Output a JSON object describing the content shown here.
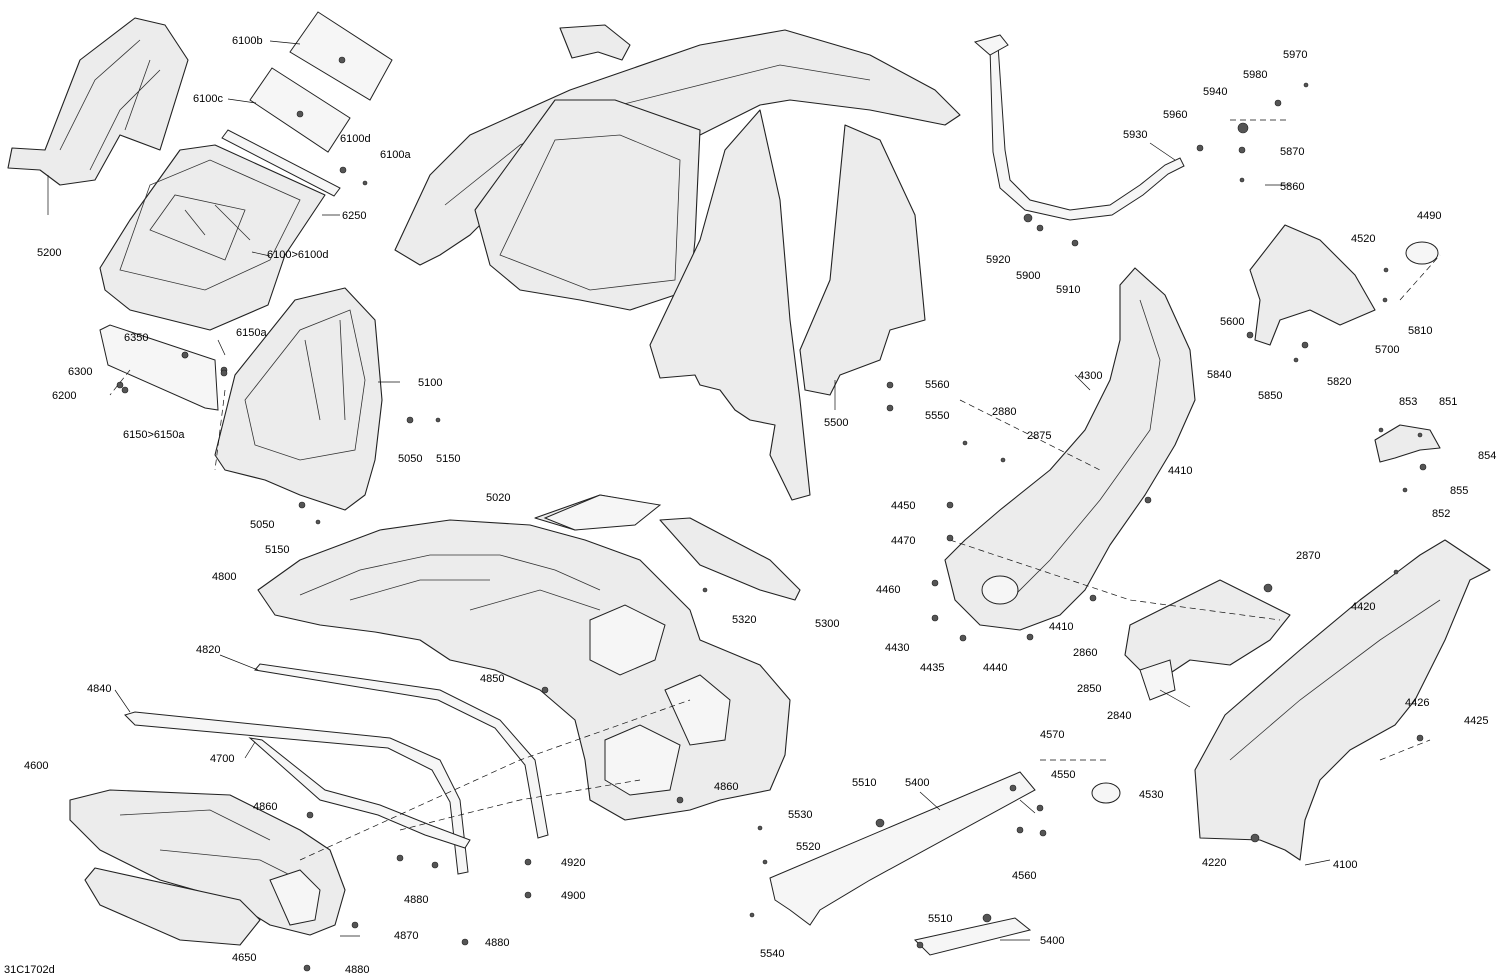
{
  "diagram_code": "31C1702d",
  "labels": [
    {
      "id": "5200",
      "t": "5200"
    },
    {
      "id": "6100b",
      "t": "6100b"
    },
    {
      "id": "6100c",
      "t": "6100c"
    },
    {
      "id": "6100d",
      "t": "6100d"
    },
    {
      "id": "6100a",
      "t": "6100a"
    },
    {
      "id": "6250",
      "t": "6250"
    },
    {
      "id": "6100r",
      "t": "6100>6100d"
    },
    {
      "id": "6350",
      "t": "6350"
    },
    {
      "id": "6150a",
      "t": "6150a"
    },
    {
      "id": "6300",
      "t": "6300"
    },
    {
      "id": "6200",
      "t": "6200"
    },
    {
      "id": "6150r",
      "t": "6150>6150a"
    },
    {
      "id": "5100",
      "t": "5100"
    },
    {
      "id": "5050a",
      "t": "5050"
    },
    {
      "id": "5150a",
      "t": "5150"
    },
    {
      "id": "5050b",
      "t": "5050"
    },
    {
      "id": "5150b",
      "t": "5150"
    },
    {
      "id": "5500",
      "t": "5500"
    },
    {
      "id": "5560",
      "t": "5560"
    },
    {
      "id": "5550",
      "t": "5550"
    },
    {
      "id": "5020",
      "t": "5020"
    },
    {
      "id": "4800",
      "t": "4800"
    },
    {
      "id": "5320",
      "t": "5320"
    },
    {
      "id": "5300",
      "t": "5300"
    },
    {
      "id": "4820",
      "t": "4820"
    },
    {
      "id": "4840",
      "t": "4840"
    },
    {
      "id": "4850",
      "t": "4850"
    },
    {
      "id": "4700",
      "t": "4700"
    },
    {
      "id": "4600",
      "t": "4600"
    },
    {
      "id": "4860a",
      "t": "4860"
    },
    {
      "id": "4860b",
      "t": "4860"
    },
    {
      "id": "4920",
      "t": "4920"
    },
    {
      "id": "4900",
      "t": "4900"
    },
    {
      "id": "4880a",
      "t": "4880"
    },
    {
      "id": "4880b",
      "t": "4880"
    },
    {
      "id": "4880c",
      "t": "4880"
    },
    {
      "id": "4870",
      "t": "4870"
    },
    {
      "id": "4650",
      "t": "4650"
    },
    {
      "id": "5970",
      "t": "5970"
    },
    {
      "id": "5980",
      "t": "5980"
    },
    {
      "id": "5940",
      "t": "5940"
    },
    {
      "id": "5960",
      "t": "5960"
    },
    {
      "id": "5930",
      "t": "5930"
    },
    {
      "id": "5870",
      "t": "5870"
    },
    {
      "id": "5860",
      "t": "5860"
    },
    {
      "id": "5920",
      "t": "5920"
    },
    {
      "id": "5900",
      "t": "5900"
    },
    {
      "id": "5910",
      "t": "5910"
    },
    {
      "id": "4490",
      "t": "4490"
    },
    {
      "id": "4520",
      "t": "4520"
    },
    {
      "id": "5600",
      "t": "5600"
    },
    {
      "id": "5810",
      "t": "5810"
    },
    {
      "id": "5700",
      "t": "5700"
    },
    {
      "id": "5840",
      "t": "5840"
    },
    {
      "id": "5820",
      "t": "5820"
    },
    {
      "id": "5850",
      "t": "5850"
    },
    {
      "id": "4300",
      "t": "4300"
    },
    {
      "id": "2880",
      "t": "2880"
    },
    {
      "id": "2875",
      "t": "2875"
    },
    {
      "id": "4410a",
      "t": "4410"
    },
    {
      "id": "4410b",
      "t": "4410"
    },
    {
      "id": "853",
      "t": "853"
    },
    {
      "id": "851",
      "t": "851"
    },
    {
      "id": "854",
      "t": "854"
    },
    {
      "id": "855",
      "t": "855"
    },
    {
      "id": "852",
      "t": "852"
    },
    {
      "id": "4450",
      "t": "4450"
    },
    {
      "id": "4470",
      "t": "4470"
    },
    {
      "id": "4460",
      "t": "4460"
    },
    {
      "id": "4430",
      "t": "4430"
    },
    {
      "id": "4435",
      "t": "4435"
    },
    {
      "id": "4440",
      "t": "4440"
    },
    {
      "id": "2870",
      "t": "2870"
    },
    {
      "id": "2860",
      "t": "2860"
    },
    {
      "id": "2850",
      "t": "2850"
    },
    {
      "id": "2840",
      "t": "2840"
    },
    {
      "id": "4420",
      "t": "4420"
    },
    {
      "id": "4426",
      "t": "4426"
    },
    {
      "id": "4425",
      "t": "4425"
    },
    {
      "id": "4570",
      "t": "4570"
    },
    {
      "id": "5510a",
      "t": "5510"
    },
    {
      "id": "5400a",
      "t": "5400"
    },
    {
      "id": "4550",
      "t": "4550"
    },
    {
      "id": "4530",
      "t": "4530"
    },
    {
      "id": "5530",
      "t": "5530"
    },
    {
      "id": "5520",
      "t": "5520"
    },
    {
      "id": "4560",
      "t": "4560"
    },
    {
      "id": "5540",
      "t": "5540"
    },
    {
      "id": "5510b",
      "t": "5510"
    },
    {
      "id": "5400b",
      "t": "5400"
    },
    {
      "id": "4220",
      "t": "4220"
    },
    {
      "id": "4100",
      "t": "4100"
    }
  ]
}
